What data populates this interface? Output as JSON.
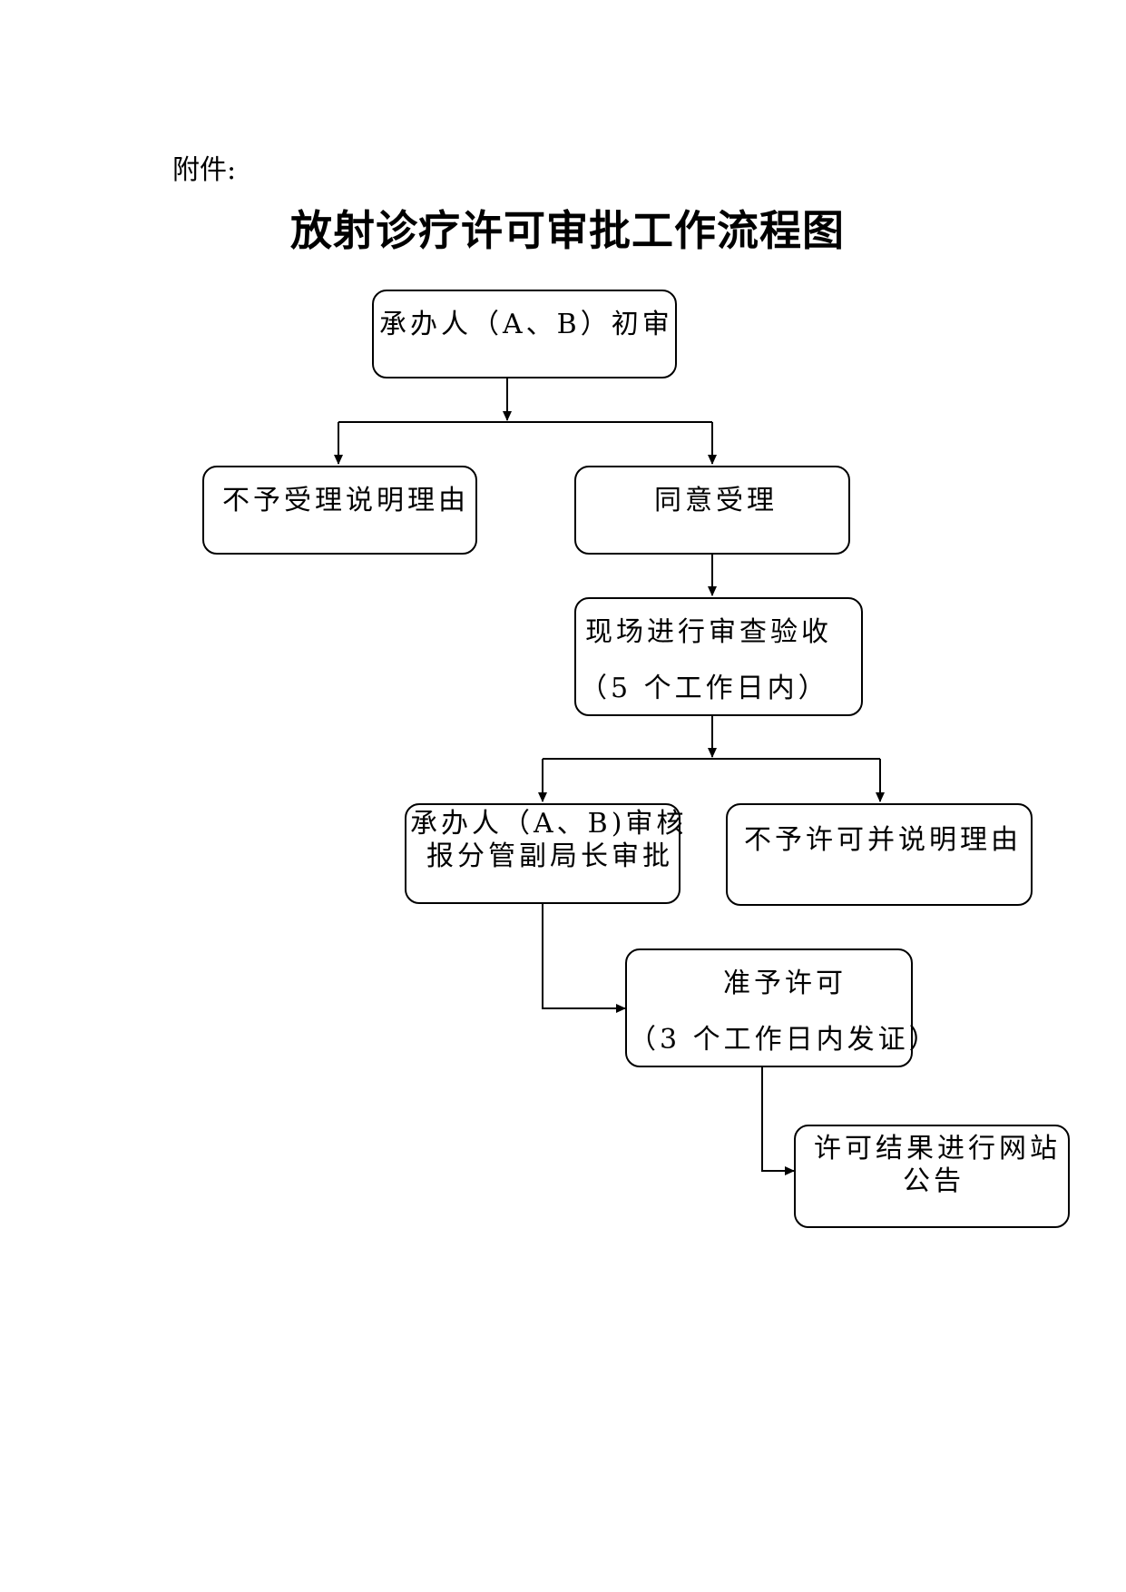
{
  "attachment_label": "附件:",
  "title": "放射诊疗许可审批工作流程图",
  "nodes": {
    "initial_review": "承办人（A、B）初审",
    "reject_acceptance": "不予受理说明理由",
    "agree_acceptance": "同意受理",
    "onsite_review_line1": "现场进行审查验收",
    "onsite_review_line2": "（5 个工作日内）",
    "handler_review_line1": "承办人（A、B)审核",
    "handler_review_line2": "报分管副局长审批",
    "deny_permit": "不予许可并说明理由",
    "grant_permit_line1": "准予许可",
    "grant_permit_line2": "（3 个工作日内发证）",
    "publish_line1": "许可结果进行网站",
    "publish_line2": "公告"
  }
}
